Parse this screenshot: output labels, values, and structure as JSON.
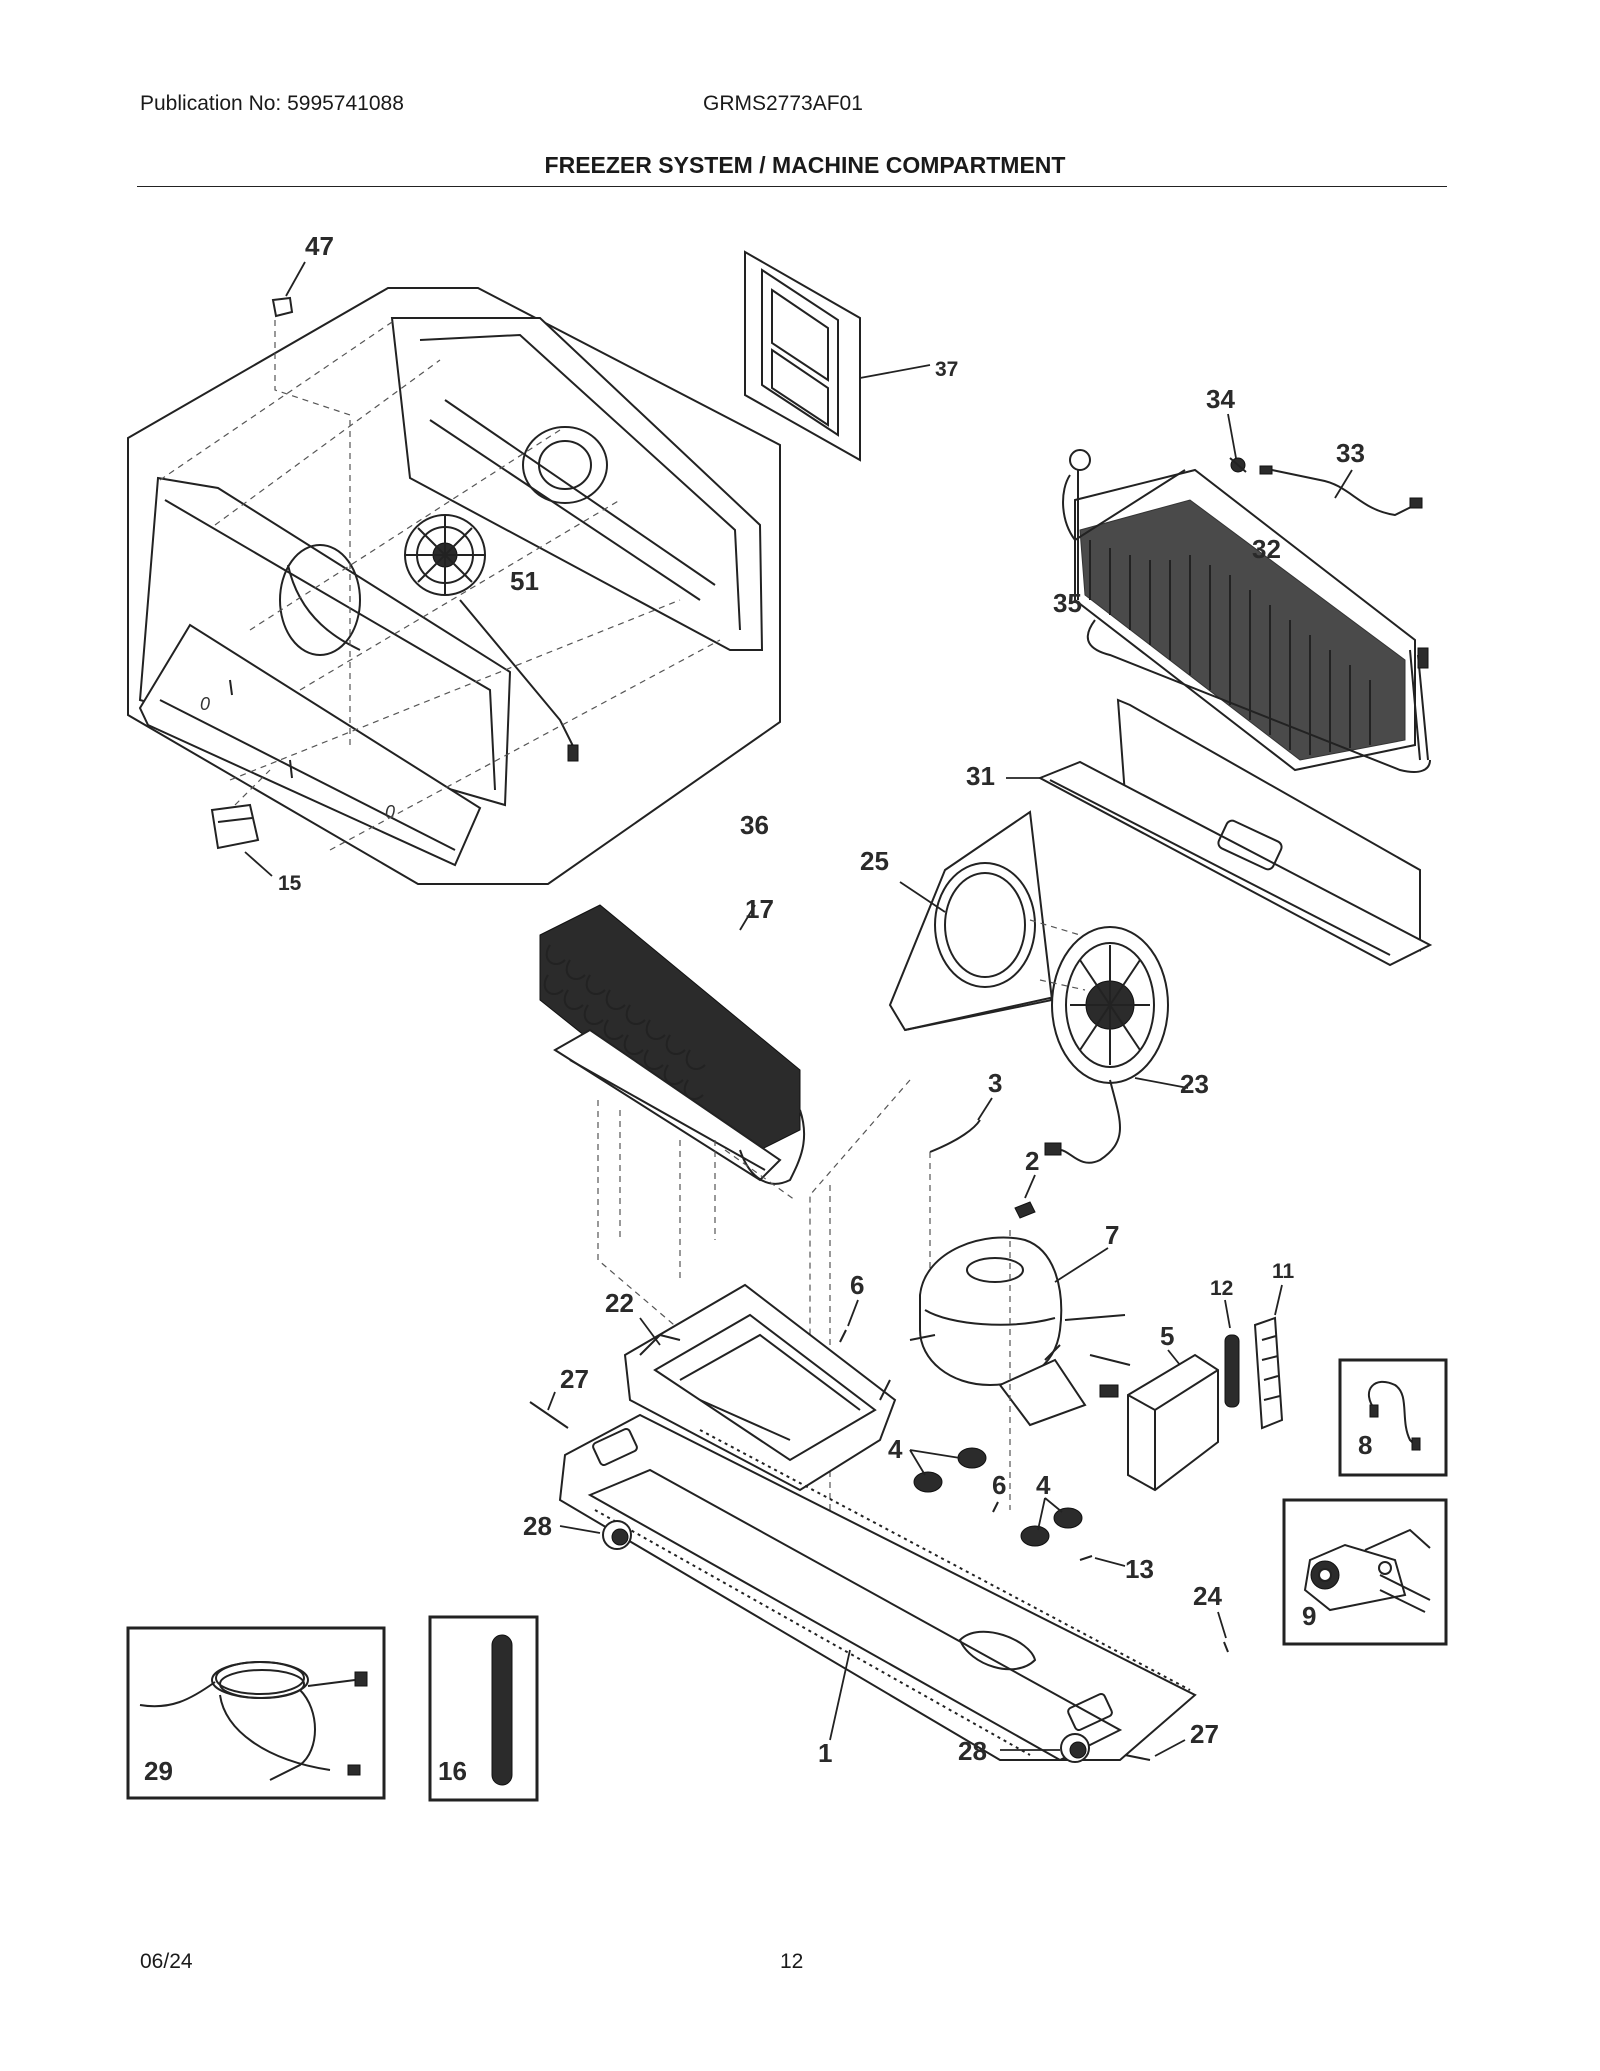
{
  "header": {
    "publication": "Publication No: 5995741088",
    "model": "GRMS2773AF01",
    "title": "FREEZER SYSTEM / MACHINE COMPARTMENT"
  },
  "footer": {
    "date": "06/24",
    "page": "12"
  },
  "callouts": {
    "c1": "1",
    "c2": "2",
    "c3": "3",
    "c4a": "4",
    "c4b": "4",
    "c5": "5",
    "c6a": "6",
    "c6b": "6",
    "c7": "7",
    "c8": "8",
    "c9": "9",
    "c11": "11",
    "c12": "12",
    "c13": "13",
    "c15": "15",
    "c16": "16",
    "c17": "17",
    "c22": "22",
    "c23": "23",
    "c24": "24",
    "c25": "25",
    "c27a": "27",
    "c27b": "27",
    "c28a": "28",
    "c28b": "28",
    "c29": "29",
    "c31": "31",
    "c32": "32",
    "c33": "33",
    "c34": "34",
    "c35": "35",
    "c36": "36",
    "c37": "37",
    "c47": "47",
    "c51": "51"
  }
}
